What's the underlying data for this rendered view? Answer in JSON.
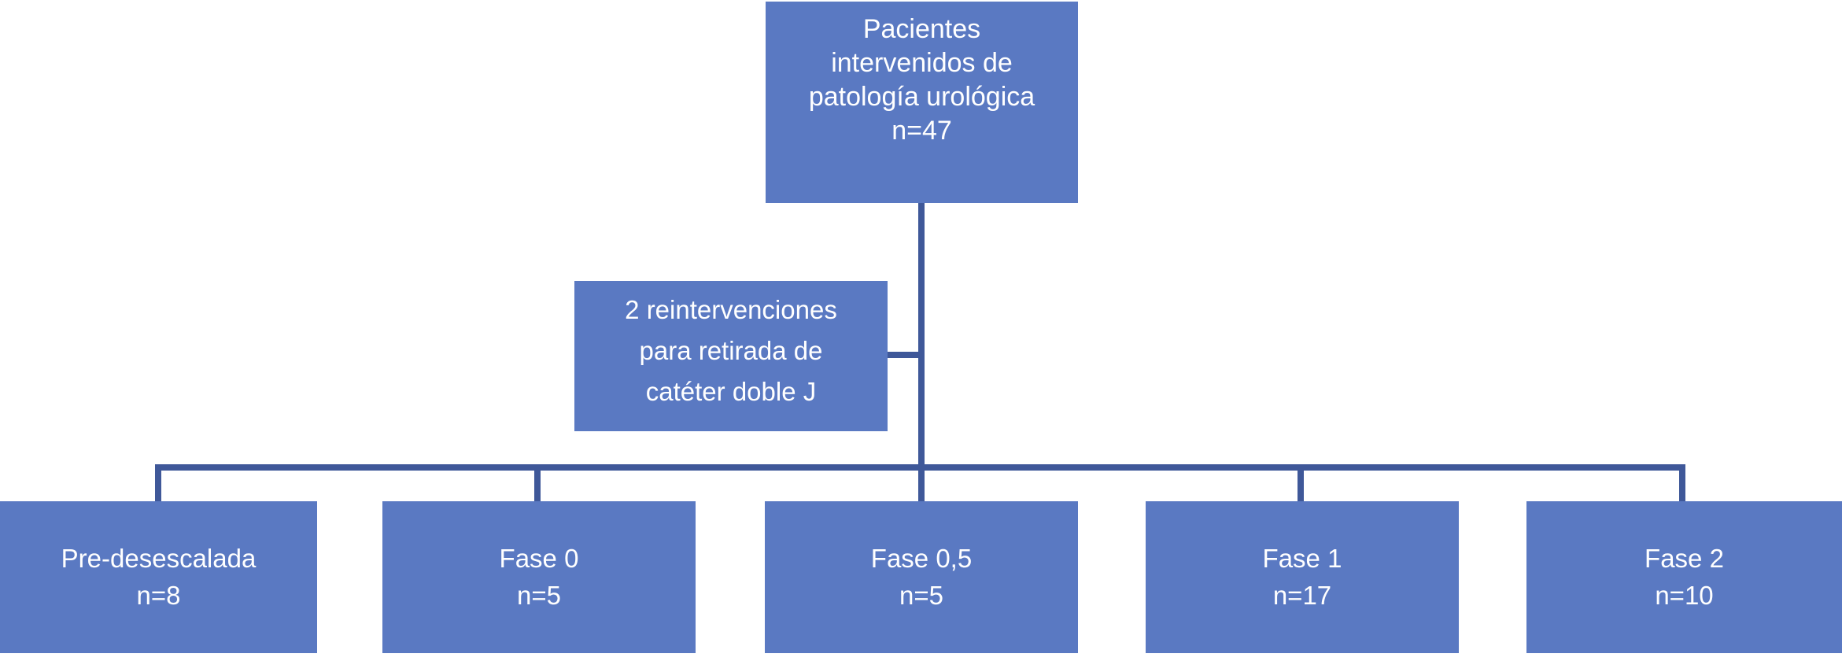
{
  "diagram": {
    "type": "flowchart",
    "orientation": "top-down",
    "colors": {
      "node_fill": "#5a79c2",
      "node_text": "#ffffff",
      "connector": "#3f5899",
      "background": "#ffffff"
    },
    "root": {
      "id": "pacientes-intervenidos",
      "lines": [
        "Pacientes",
        "intervenidos de",
        "patología urológica",
        "n=47"
      ],
      "count_label": "n=47",
      "count": 47
    },
    "side_note": {
      "id": "reintervenciones-cateter-doble-j",
      "lines": [
        "2 reintervenciones",
        "para retirada de",
        "catéter doble J"
      ],
      "count": 2
    },
    "leaves": [
      {
        "id": "pre-desescalada",
        "lines": [
          "Pre-desescalada",
          "n=8"
        ],
        "label": "Pre-desescalada",
        "count_label": "n=8",
        "count": 8
      },
      {
        "id": "fase-0",
        "lines": [
          "Fase 0",
          "n=5"
        ],
        "label": "Fase 0",
        "count_label": "n=5",
        "count": 5
      },
      {
        "id": "fase-0-5",
        "lines": [
          "Fase 0,5",
          "n=5"
        ],
        "label": "Fase 0,5",
        "count_label": "n=5",
        "count": 5
      },
      {
        "id": "fase-1",
        "lines": [
          "Fase 1",
          "n=17"
        ],
        "label": "Fase 1",
        "count_label": "n=17",
        "count": 17
      },
      {
        "id": "fase-2",
        "lines": [
          "Fase 2",
          "n=10"
        ],
        "label": "Fase 2",
        "count_label": "n=10",
        "count": 10
      }
    ]
  }
}
